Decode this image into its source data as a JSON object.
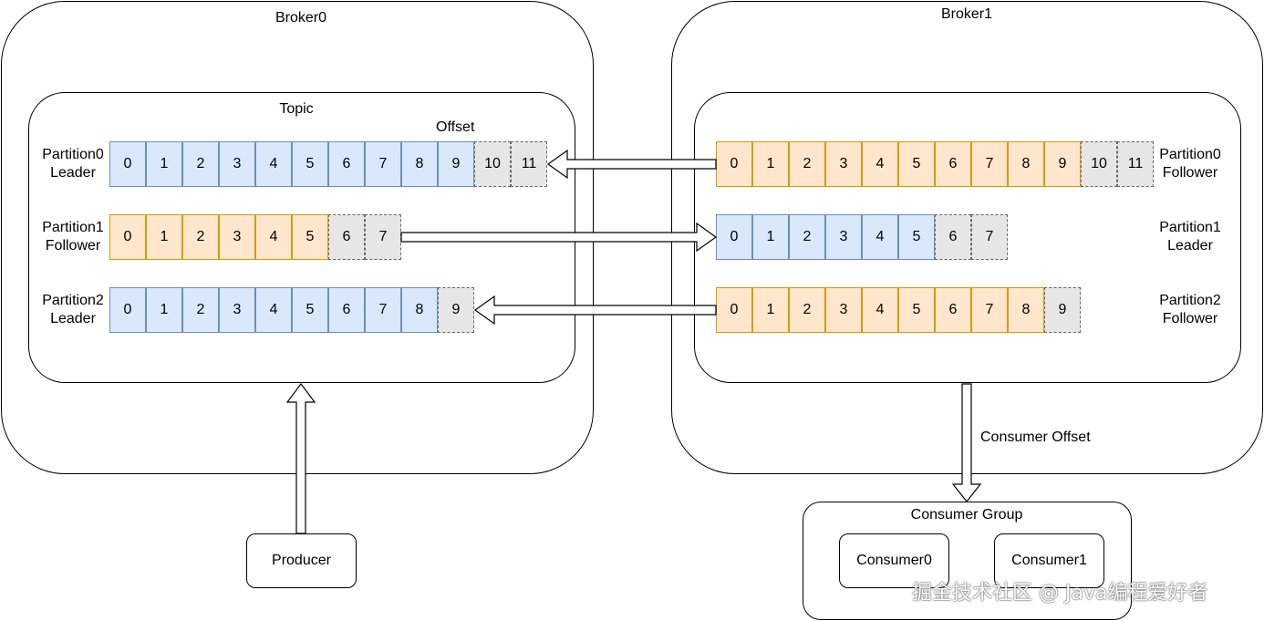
{
  "broker0": {
    "title": "Broker0",
    "topic": {
      "title": "Topic",
      "offset_label": "Offset",
      "partitions": [
        {
          "label_line1": "Partition0",
          "label_line2": "Leader",
          "color": "blue",
          "cells": [
            "0",
            "1",
            "2",
            "3",
            "4",
            "5",
            "6",
            "7",
            "8",
            "9"
          ],
          "pending": [
            "10",
            "11"
          ]
        },
        {
          "label_line1": "Partition1",
          "label_line2": "Follower",
          "color": "orange",
          "cells": [
            "0",
            "1",
            "2",
            "3",
            "4",
            "5"
          ],
          "pending": [
            "6",
            "7"
          ]
        },
        {
          "label_line1": "Partition2",
          "label_line2": "Leader",
          "color": "blue",
          "cells": [
            "0",
            "1",
            "2",
            "3",
            "4",
            "5",
            "6",
            "7",
            "8"
          ],
          "pending": [
            "9"
          ]
        }
      ]
    }
  },
  "broker1": {
    "title": "Broker1",
    "partitions": [
      {
        "label_line1": "Partition0",
        "label_line2": "Follower",
        "color": "orange",
        "cells": [
          "0",
          "1",
          "2",
          "3",
          "4",
          "5",
          "6",
          "7",
          "8",
          "9"
        ],
        "pending": [
          "10",
          "11"
        ]
      },
      {
        "label_line1": "Partition1",
        "label_line2": "Leader",
        "color": "blue",
        "cells": [
          "0",
          "1",
          "2",
          "3",
          "4",
          "5"
        ],
        "pending": [
          "6",
          "7"
        ]
      },
      {
        "label_line1": "Partition2",
        "label_line2": "Follower",
        "color": "orange",
        "cells": [
          "0",
          "1",
          "2",
          "3",
          "4",
          "5",
          "6",
          "7",
          "8"
        ],
        "pending": [
          "9"
        ]
      }
    ]
  },
  "consumer_offset_label": "Consumer Offset",
  "consumer_group": {
    "title": "Consumer Group",
    "consumers": [
      "Consumer0",
      "Consumer1"
    ]
  },
  "producer": {
    "label": "Producer"
  },
  "watermark": "掘金技术社区 @ Java编程爱好者",
  "colors": {
    "leader_fill": "#dae8fc",
    "leader_stroke": "#6c8ebf",
    "follower_fill": "#ffe6cc",
    "follower_stroke": "#d79b00",
    "pending_fill": "#e6e6e6"
  }
}
